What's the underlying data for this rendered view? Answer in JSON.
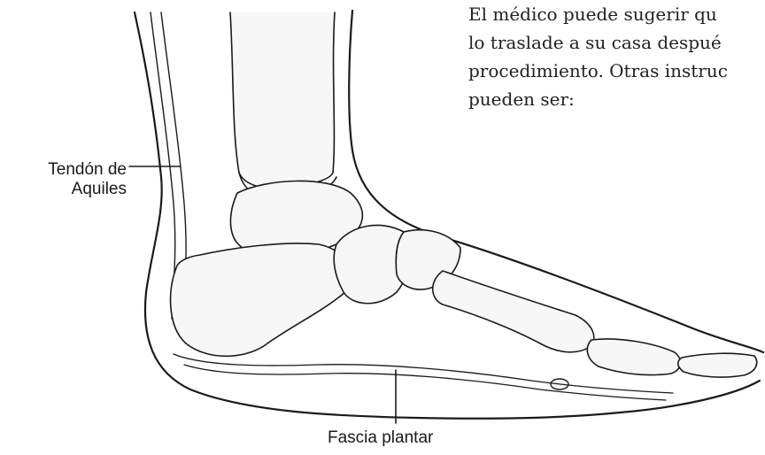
{
  "text": {
    "lines": [
      "El médico puede sugerir qu",
      "lo traslade a su casa despué",
      "procedimiento. Otras instruc",
      "pueden ser:"
    ]
  },
  "labels": {
    "achilles_line1": "Tendón de",
    "achilles_line2": "Aquiles",
    "fascia": "Fascia plantar"
  },
  "colors": {
    "line": "#1a1a1a",
    "bone_fill": "#f7f7f7"
  }
}
